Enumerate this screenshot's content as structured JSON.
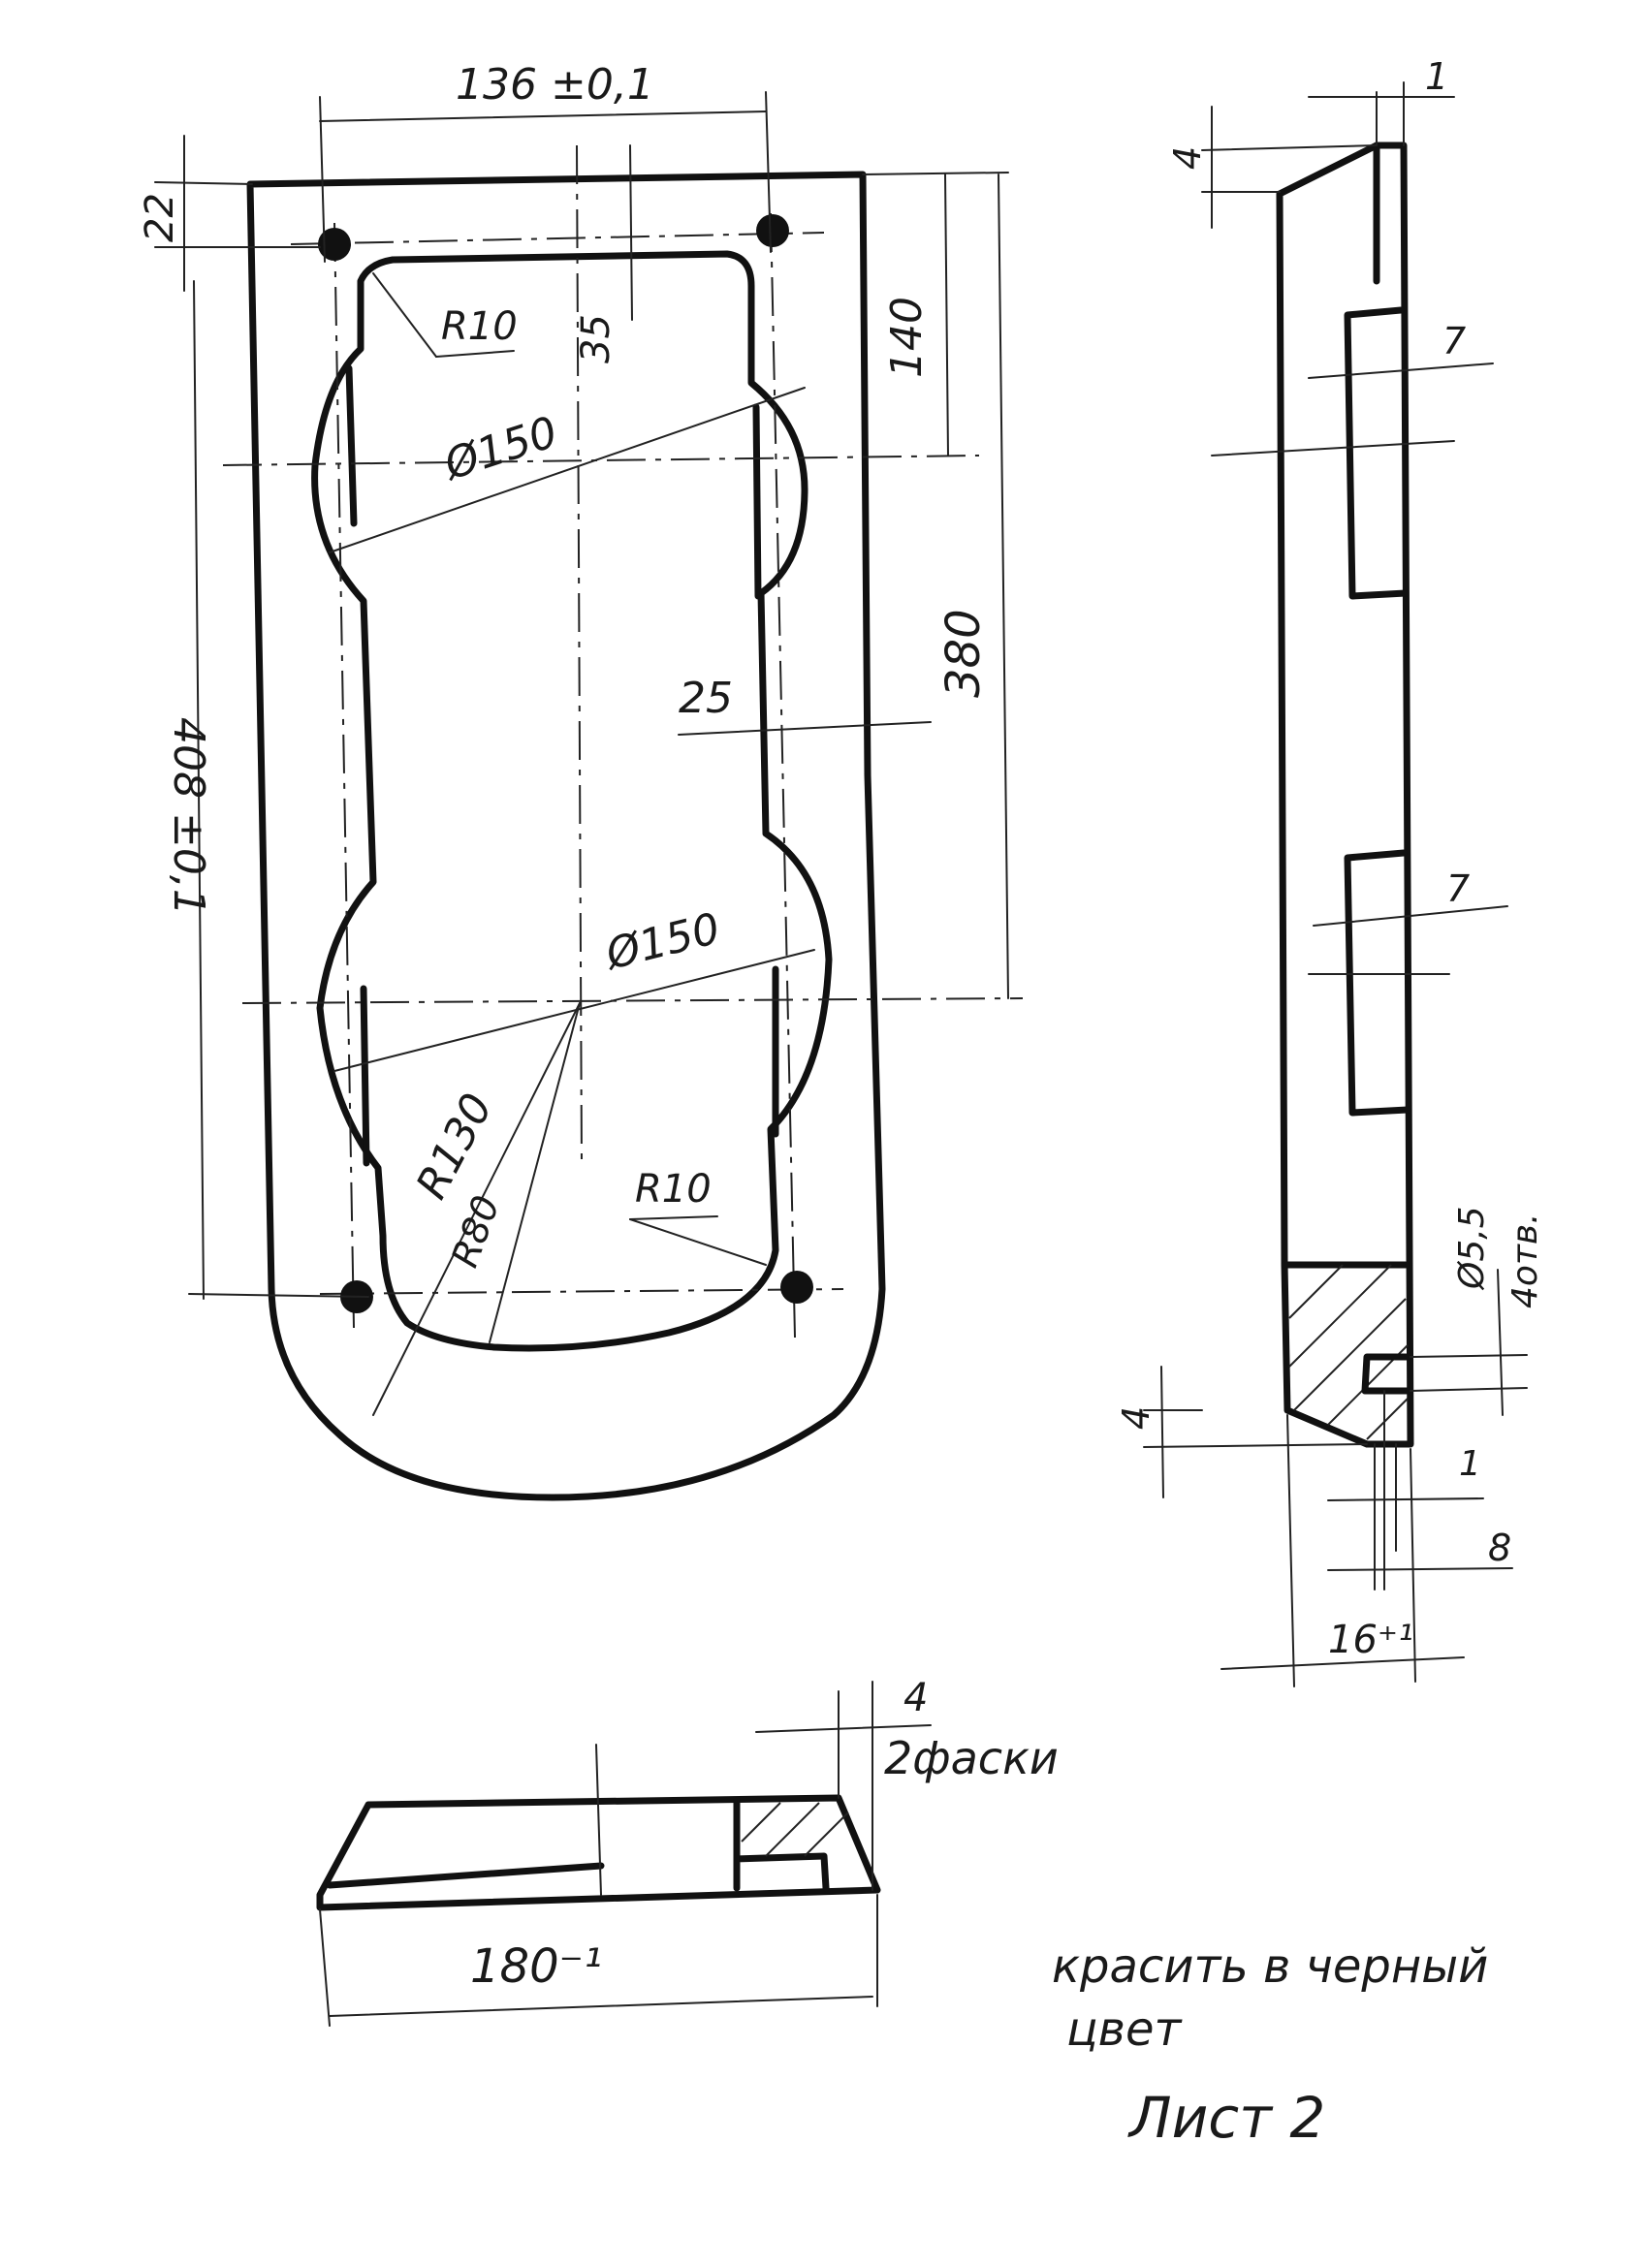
{
  "front_view": {
    "width_dim": "136 ±0,1",
    "height_dim": "408 ±0,1",
    "top_offset_dim": "22",
    "hole_offset_dim": "35",
    "upper_center_dim": "140",
    "lower_center_dim": "380",
    "wall_width_dim": "25",
    "upper_corner_radius": "R10",
    "lower_corner_radius": "R10",
    "upper_circle_dia": "Ø150",
    "lower_circle_dia": "Ø150",
    "outer_radius": "R130",
    "inner_radius": "R80"
  },
  "side_view": {
    "top_step_dim": "1",
    "top_chamfer_dim": "4",
    "upper_slot_dim": "7",
    "lower_slot_dim": "7",
    "hole_dim": "Ø5,5",
    "hole_count": "4отв.",
    "bottom_chamfer_dim": "4",
    "bottom_step_dim": "1",
    "recess_dim": "8",
    "thickness_dim": "16⁺¹"
  },
  "bottom_view": {
    "chamfer_dim": "4",
    "chamfer_note": "2фаски",
    "length_dim": "180⁻¹"
  },
  "notes": {
    "paint_line1": "красить в черный",
    "paint_line2": "цвет",
    "sheet_label": "Лист 2"
  }
}
